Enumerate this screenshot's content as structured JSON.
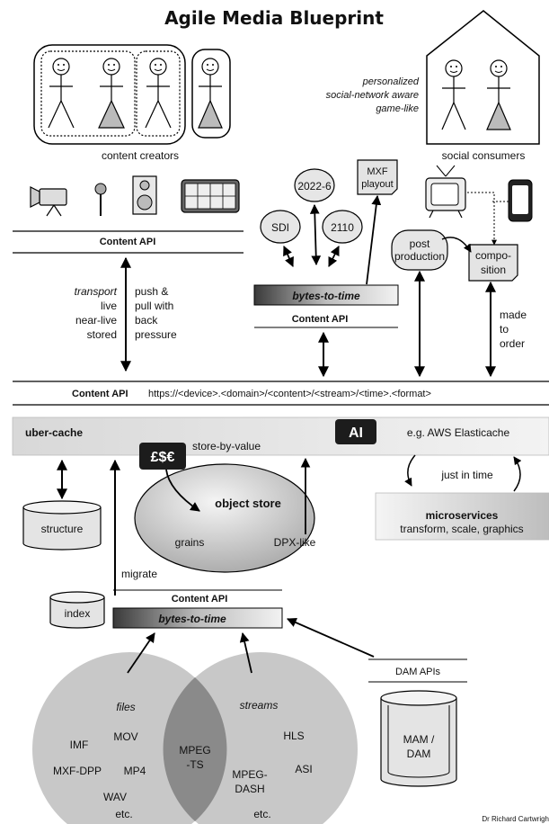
{
  "title": "Agile Media Blueprint",
  "creators": {
    "label": "content creators"
  },
  "consumers": {
    "label": "social consumers",
    "traits": [
      "personalized",
      "social-network aware",
      "game-like"
    ]
  },
  "content_api_left": "Content API",
  "transport": {
    "heading": "transport",
    "modes": [
      "live",
      "near-live",
      "stored"
    ],
    "push": [
      "push &",
      "pull with",
      "back",
      "pressure"
    ]
  },
  "bubbles": {
    "smpte_2022": "2022-6",
    "sdi": "SDI",
    "smpte_2110": "2110"
  },
  "mxf_playout": [
    "MXF",
    "playout"
  ],
  "bytes_to_time_top": "bytes-to-time",
  "content_api_mid": "Content API",
  "post_production": [
    "post",
    "production"
  ],
  "composition": [
    "compo-",
    "sition"
  ],
  "made_to_order": [
    "made",
    "to",
    "order"
  ],
  "url_bar": {
    "label": "Content API",
    "url": "https://<device>.<domain>/<content>/<stream>/<time>.<format>"
  },
  "uber_cache": {
    "label": "uber-cache",
    "ai": "AI",
    "example": "e.g. AWS Elasticache"
  },
  "currency": "£$€",
  "store_by_value": "store-by-value",
  "object_store": {
    "label": "object store",
    "grains": "grains",
    "dpx": "DPX-like"
  },
  "structure": "structure",
  "just_in_time": "just in time",
  "microservices": {
    "label": "microservices",
    "sub": "transform, scale, graphics"
  },
  "migrate": "migrate",
  "index": "index",
  "content_api_bottom": "Content API",
  "bytes_to_time_bottom": "bytes-to-time",
  "dam": {
    "apis": "DAM APIs",
    "mam": [
      "MAM /",
      "DAM"
    ]
  },
  "files": {
    "heading": "files",
    "items": [
      "IMF",
      "MOV",
      "MXF-DPP",
      "MP4",
      "WAV",
      "etc."
    ]
  },
  "streams": {
    "heading": "streams",
    "items": [
      "HLS",
      "ASI",
      "MPEG-",
      "DASH",
      "etc."
    ]
  },
  "mpeg_ts": [
    "MPEG",
    "-TS"
  ],
  "credit": "Dr Richard Cartwrigh",
  "colors": {
    "box_fill": "#e4e4e4",
    "bar_fill": "#ededed",
    "dark": "#1c1c1c",
    "venn": "#c8c8c8",
    "venn_overlap": "#8a8a8a"
  }
}
